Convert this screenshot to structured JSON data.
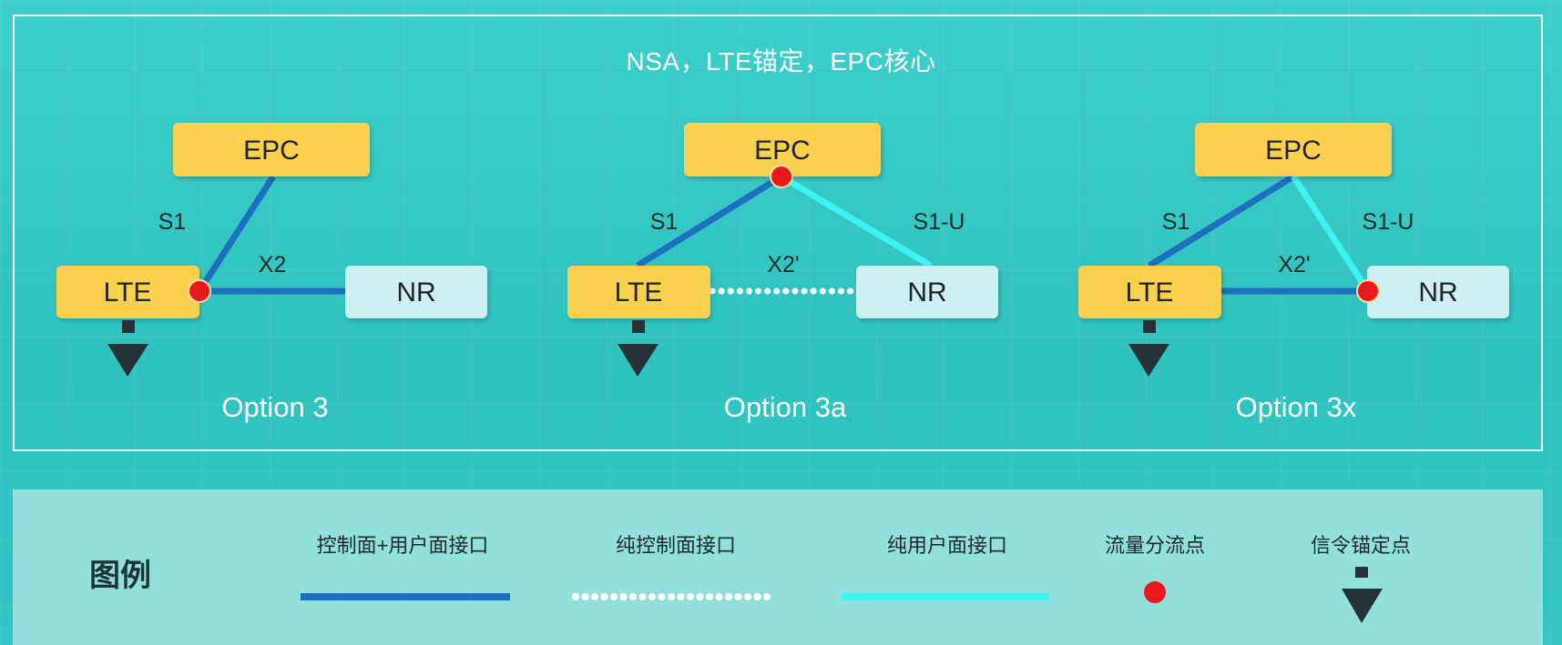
{
  "title": "NSA，LTE锚定，EPC核心",
  "options": [
    {
      "name": "Option 3",
      "epc": "EPC",
      "lte": "LTE",
      "nr": "NR",
      "s1": "S1",
      "x2": "X2"
    },
    {
      "name": "Option 3a",
      "epc": "EPC",
      "lte": "LTE",
      "nr": "NR",
      "s1": "S1",
      "x2": "X2'",
      "s1u": "S1-U"
    },
    {
      "name": "Option 3x",
      "epc": "EPC",
      "lte": "LTE",
      "nr": "NR",
      "s1": "S1",
      "x2": "X2'",
      "s1u": "S1-U"
    }
  ],
  "legend": {
    "title": "图例",
    "items": [
      {
        "label": "控制面+用户面接口"
      },
      {
        "label": "纯控制面接口"
      },
      {
        "label": "纯用户面接口"
      },
      {
        "label": "流量分流点"
      },
      {
        "label": "信令锚定点"
      }
    ]
  },
  "colors": {
    "box_yellow": "#fad04f",
    "box_light": "#cdf1f3",
    "control_user_line": "#1e6fbf",
    "user_line": "#3ff3f1",
    "dot_red": "#e8191c",
    "anchor_dark": "#263238"
  }
}
